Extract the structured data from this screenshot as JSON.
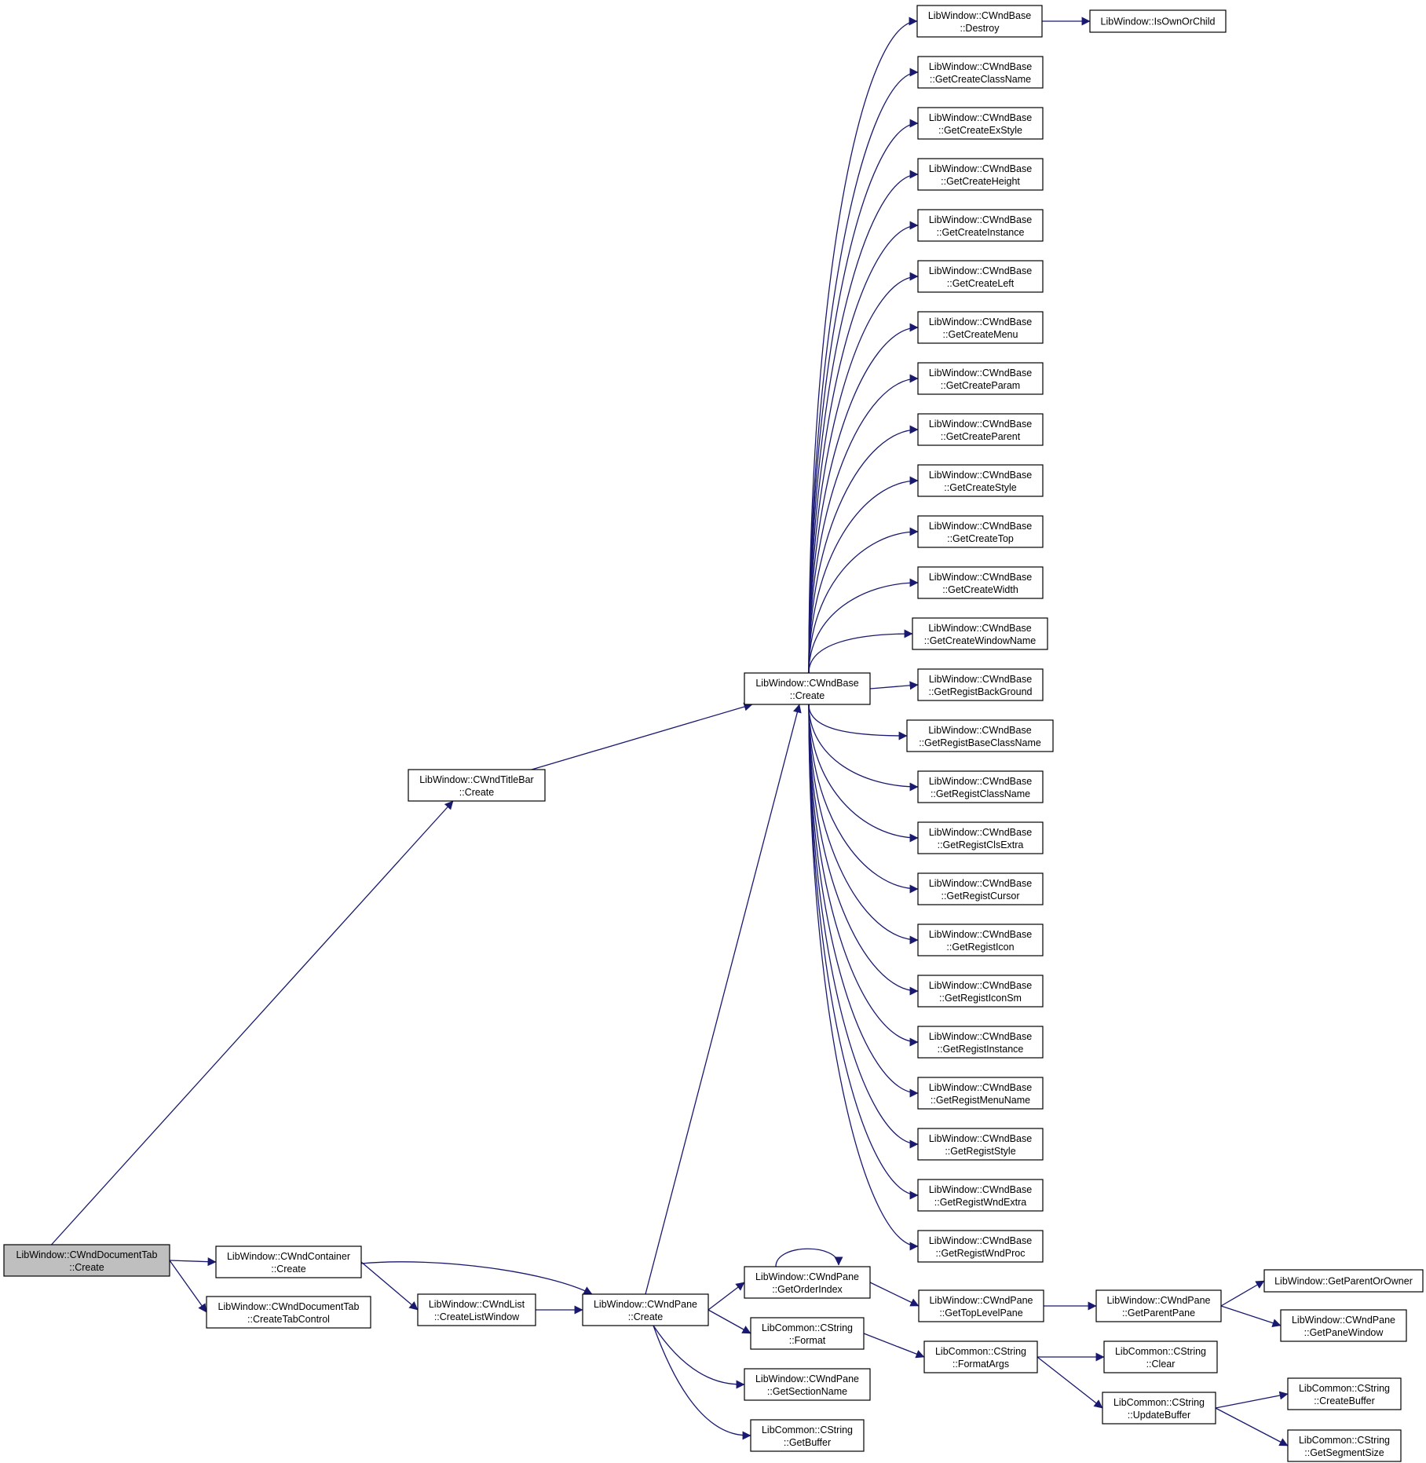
{
  "colors": {
    "edge": "#191970",
    "node_border": "#000000",
    "node_fill": "#ffffff",
    "root_fill": "#bfbfbf"
  },
  "nodes": [
    {
      "id": "root",
      "l1": "LibWindow::CWndDocumentTab",
      "l2": "::Create",
      "root": true
    },
    {
      "id": "titlebar",
      "l1": "LibWindow::CWndTitleBar",
      "l2": "::Create"
    },
    {
      "id": "container",
      "l1": "LibWindow::CWndContainer",
      "l2": "::Create"
    },
    {
      "id": "tabctl",
      "l1": "LibWindow::CWndDocumentTab",
      "l2": "::CreateTabControl"
    },
    {
      "id": "listwin",
      "l1": "LibWindow::CWndList",
      "l2": "::CreateListWindow"
    },
    {
      "id": "panecreate",
      "l1": "LibWindow::CWndPane",
      "l2": "::Create"
    },
    {
      "id": "basecreate",
      "l1": "LibWindow::CWndBase",
      "l2": "::Create"
    },
    {
      "id": "destroy",
      "l1": "LibWindow::CWndBase",
      "l2": "::Destroy"
    },
    {
      "id": "isown",
      "l1": "LibWindow::IsOwnOrChild",
      "l2": ""
    },
    {
      "id": "g1",
      "l1": "LibWindow::CWndBase",
      "l2": "::GetCreateClassName"
    },
    {
      "id": "g2",
      "l1": "LibWindow::CWndBase",
      "l2": "::GetCreateExStyle"
    },
    {
      "id": "g3",
      "l1": "LibWindow::CWndBase",
      "l2": "::GetCreateHeight"
    },
    {
      "id": "g4",
      "l1": "LibWindow::CWndBase",
      "l2": "::GetCreateInstance"
    },
    {
      "id": "g5",
      "l1": "LibWindow::CWndBase",
      "l2": "::GetCreateLeft"
    },
    {
      "id": "g6",
      "l1": "LibWindow::CWndBase",
      "l2": "::GetCreateMenu"
    },
    {
      "id": "g7",
      "l1": "LibWindow::CWndBase",
      "l2": "::GetCreateParam"
    },
    {
      "id": "g8",
      "l1": "LibWindow::CWndBase",
      "l2": "::GetCreateParent"
    },
    {
      "id": "g9",
      "l1": "LibWindow::CWndBase",
      "l2": "::GetCreateStyle"
    },
    {
      "id": "g10",
      "l1": "LibWindow::CWndBase",
      "l2": "::GetCreateTop"
    },
    {
      "id": "g11",
      "l1": "LibWindow::CWndBase",
      "l2": "::GetCreateWidth"
    },
    {
      "id": "g12",
      "l1": "LibWindow::CWndBase",
      "l2": "::GetCreateWindowName"
    },
    {
      "id": "g13",
      "l1": "LibWindow::CWndBase",
      "l2": "::GetRegistBackGround"
    },
    {
      "id": "g14",
      "l1": "LibWindow::CWndBase",
      "l2": "::GetRegistBaseClassName"
    },
    {
      "id": "g15",
      "l1": "LibWindow::CWndBase",
      "l2": "::GetRegistClassName"
    },
    {
      "id": "g16",
      "l1": "LibWindow::CWndBase",
      "l2": "::GetRegistClsExtra"
    },
    {
      "id": "g17",
      "l1": "LibWindow::CWndBase",
      "l2": "::GetRegistCursor"
    },
    {
      "id": "g18",
      "l1": "LibWindow::CWndBase",
      "l2": "::GetRegistIcon"
    },
    {
      "id": "g19",
      "l1": "LibWindow::CWndBase",
      "l2": "::GetRegistIconSm"
    },
    {
      "id": "g20",
      "l1": "LibWindow::CWndBase",
      "l2": "::GetRegistInstance"
    },
    {
      "id": "g21",
      "l1": "LibWindow::CWndBase",
      "l2": "::GetRegistMenuName"
    },
    {
      "id": "g22",
      "l1": "LibWindow::CWndBase",
      "l2": "::GetRegistStyle"
    },
    {
      "id": "g23",
      "l1": "LibWindow::CWndBase",
      "l2": "::GetRegistWndExtra"
    },
    {
      "id": "g24",
      "l1": "LibWindow::CWndBase",
      "l2": "::GetRegistWndProc"
    },
    {
      "id": "orderidx",
      "l1": "LibWindow::CWndPane",
      "l2": "::GetOrderIndex"
    },
    {
      "id": "format",
      "l1": "LibCommon::CString",
      "l2": "::Format"
    },
    {
      "id": "section",
      "l1": "LibWindow::CWndPane",
      "l2": "::GetSectionName"
    },
    {
      "id": "getbuffer",
      "l1": "LibCommon::CString",
      "l2": "::GetBuffer"
    },
    {
      "id": "toplevel",
      "l1": "LibWindow::CWndPane",
      "l2": "::GetTopLevelPane"
    },
    {
      "id": "formatargs",
      "l1": "LibCommon::CString",
      "l2": "::FormatArgs"
    },
    {
      "id": "parentpane",
      "l1": "LibWindow::CWndPane",
      "l2": "::GetParentPane"
    },
    {
      "id": "clear",
      "l1": "LibCommon::CString",
      "l2": "::Clear"
    },
    {
      "id": "updatebuf",
      "l1": "LibCommon::CString",
      "l2": "::UpdateBuffer"
    },
    {
      "id": "parentowner",
      "l1": "LibWindow::GetParentOrOwner",
      "l2": ""
    },
    {
      "id": "panewin",
      "l1": "LibWindow::CWndPane",
      "l2": "::GetPaneWindow"
    },
    {
      "id": "createbuf",
      "l1": "LibCommon::CString",
      "l2": "::CreateBuffer"
    },
    {
      "id": "segsize",
      "l1": "LibCommon::CString",
      "l2": "::GetSegmentSize"
    }
  ],
  "edges": [
    [
      "root",
      "titlebar"
    ],
    [
      "root",
      "container"
    ],
    [
      "root",
      "tabctl"
    ],
    [
      "titlebar",
      "basecreate"
    ],
    [
      "container",
      "panecreate"
    ],
    [
      "container",
      "listwin"
    ],
    [
      "listwin",
      "panecreate"
    ],
    [
      "panecreate",
      "basecreate"
    ],
    [
      "panecreate",
      "orderidx"
    ],
    [
      "panecreate",
      "format"
    ],
    [
      "panecreate",
      "section"
    ],
    [
      "panecreate",
      "getbuffer"
    ],
    [
      "basecreate",
      "destroy"
    ],
    [
      "destroy",
      "isown"
    ],
    [
      "basecreate",
      "g1"
    ],
    [
      "basecreate",
      "g2"
    ],
    [
      "basecreate",
      "g3"
    ],
    [
      "basecreate",
      "g4"
    ],
    [
      "basecreate",
      "g5"
    ],
    [
      "basecreate",
      "g6"
    ],
    [
      "basecreate",
      "g7"
    ],
    [
      "basecreate",
      "g8"
    ],
    [
      "basecreate",
      "g9"
    ],
    [
      "basecreate",
      "g10"
    ],
    [
      "basecreate",
      "g11"
    ],
    [
      "basecreate",
      "g12"
    ],
    [
      "basecreate",
      "g13"
    ],
    [
      "basecreate",
      "g14"
    ],
    [
      "basecreate",
      "g15"
    ],
    [
      "basecreate",
      "g16"
    ],
    [
      "basecreate",
      "g17"
    ],
    [
      "basecreate",
      "g18"
    ],
    [
      "basecreate",
      "g19"
    ],
    [
      "basecreate",
      "g20"
    ],
    [
      "basecreate",
      "g21"
    ],
    [
      "basecreate",
      "g22"
    ],
    [
      "basecreate",
      "g23"
    ],
    [
      "basecreate",
      "g24"
    ],
    [
      "orderidx",
      "orderidx"
    ],
    [
      "orderidx",
      "toplevel"
    ],
    [
      "toplevel",
      "parentpane"
    ],
    [
      "parentpane",
      "parentowner"
    ],
    [
      "parentpane",
      "panewin"
    ],
    [
      "format",
      "formatargs"
    ],
    [
      "formatargs",
      "clear"
    ],
    [
      "formatargs",
      "updatebuf"
    ],
    [
      "updatebuf",
      "createbuf"
    ],
    [
      "updatebuf",
      "segsize"
    ]
  ]
}
